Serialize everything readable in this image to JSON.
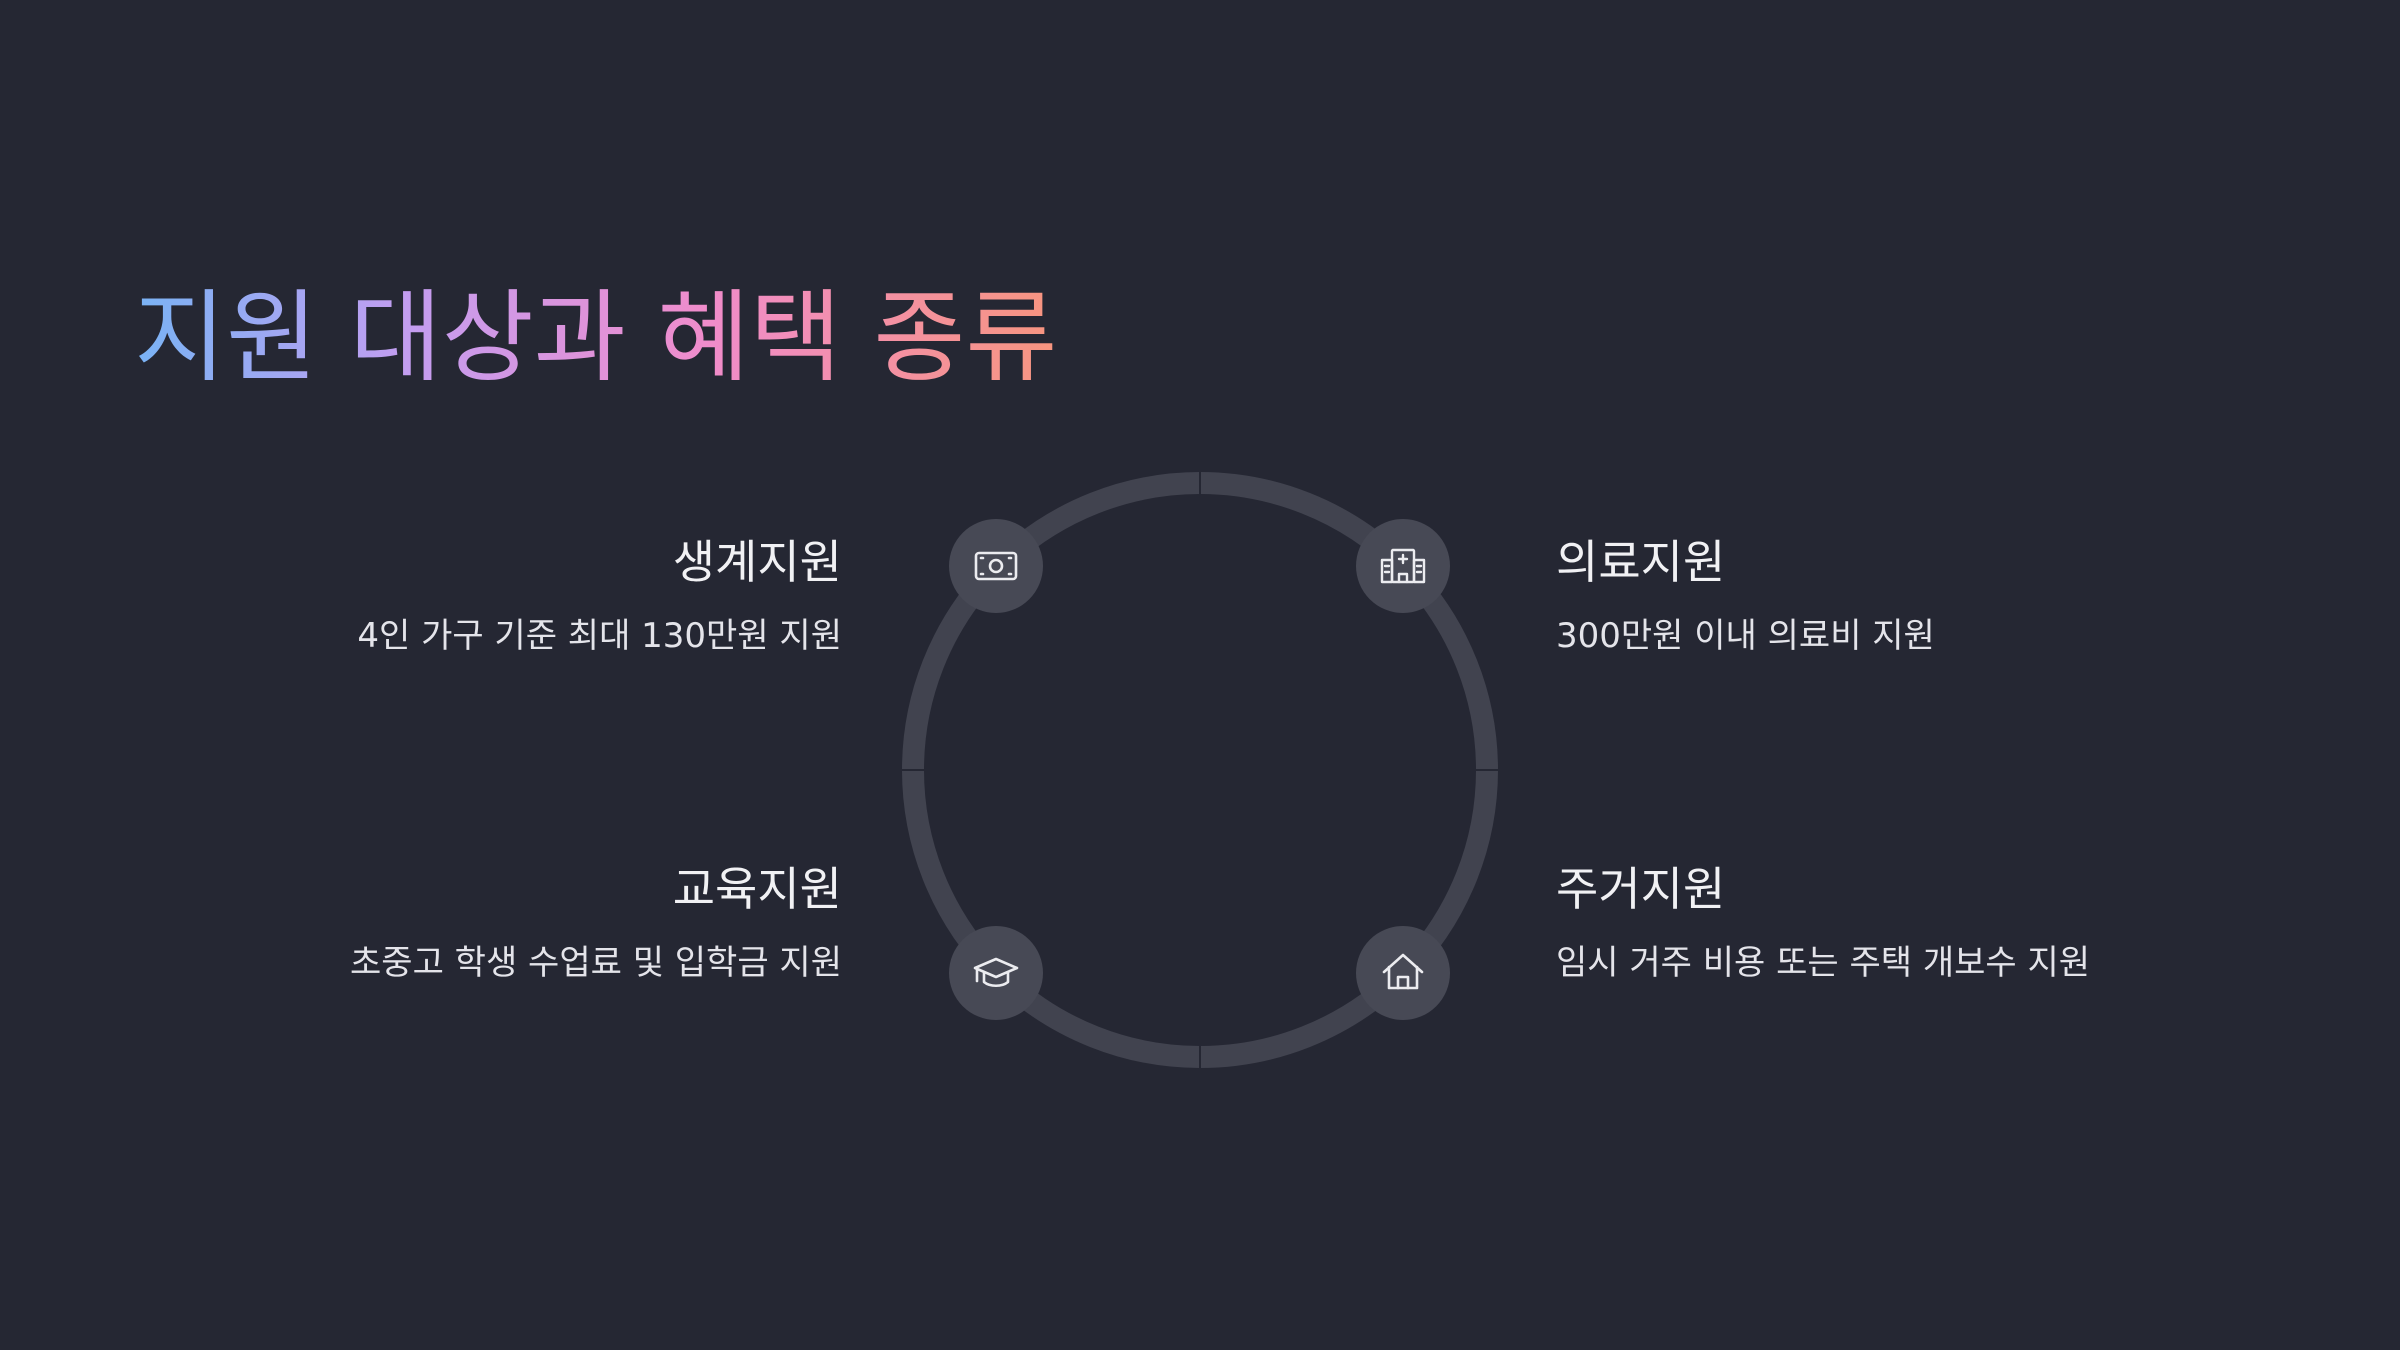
{
  "title": "지원 대상과 혜택 종류",
  "colors": {
    "background": "#252733",
    "ring": "#41434f",
    "node_fill": "#474955",
    "icon": "#ececf0",
    "title_gradient": [
      "#79b3f5",
      "#c49df0",
      "#f08ccb",
      "#f7957f"
    ]
  },
  "items": [
    {
      "title": "생계지원",
      "description": "4인 가구 기준 최대 130만원 지원",
      "icon": "money-icon"
    },
    {
      "title": "의료지원",
      "description": "300만원 이내 의료비 지원",
      "icon": "hospital-icon"
    },
    {
      "title": "교육지원",
      "description": "초중고 학생 수업료 및 입학금 지원",
      "icon": "graduation-cap-icon"
    },
    {
      "title": "주거지원",
      "description": "임시 거주 비용 또는 주택 개보수 지원",
      "icon": "house-icon"
    }
  ]
}
